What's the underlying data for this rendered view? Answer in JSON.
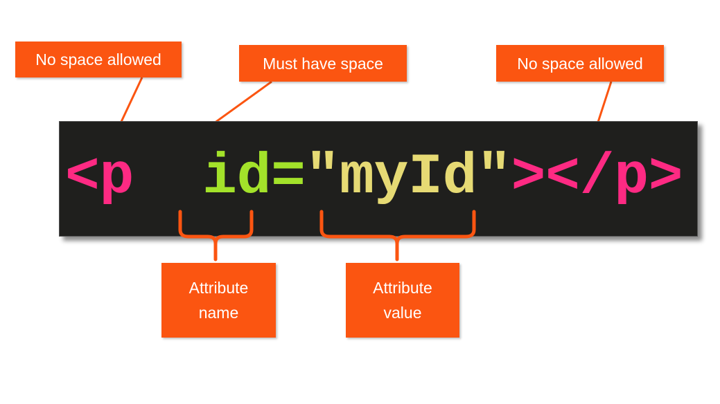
{
  "colors": {
    "tag": "#fe2a83",
    "attr_name": "#a3e22a",
    "attr_value": "#e6da74",
    "label_bg": "#fb5511",
    "code_bg": "#1f1f1d"
  },
  "code": {
    "open_tag": "<p",
    "space": " ",
    "attr_name": "id",
    "equals": "=",
    "attr_value": "\"myId\"",
    "close": "></p>"
  },
  "labels": {
    "no_space_left": "No space allowed",
    "must_have_space": "Must have space",
    "no_space_right": "No space allowed",
    "attribute_name": "Attribute name",
    "attribute_value": "Attribute value"
  }
}
